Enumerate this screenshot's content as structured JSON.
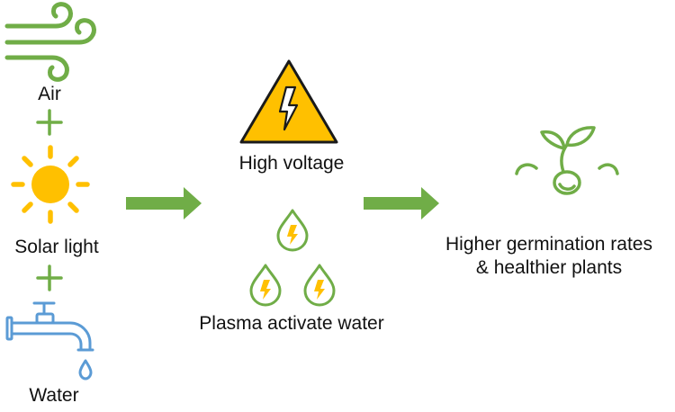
{
  "inputs": {
    "air": {
      "label": "Air",
      "icon": "wind-icon"
    },
    "solar": {
      "label": "Solar light",
      "icon": "sun-icon"
    },
    "water": {
      "label": "Water",
      "icon": "faucet-icon"
    },
    "plus_symbol_icon": "plus-icon"
  },
  "process": {
    "voltage": {
      "label": "High voltage",
      "icon": "high-voltage-warning-icon"
    },
    "paw": {
      "label": "Plasma activate water",
      "icon": "charged-water-drop-icon"
    }
  },
  "result": {
    "line1": "Higher germination rates",
    "line2": "& healthier plants",
    "icon": "sprout-icon"
  },
  "colors": {
    "green": "#70AD47",
    "sun_yellow": "#FFC000",
    "warning_yellow": "#FFC000",
    "faucet_blue": "#5B9BD5",
    "text": "#111111"
  }
}
